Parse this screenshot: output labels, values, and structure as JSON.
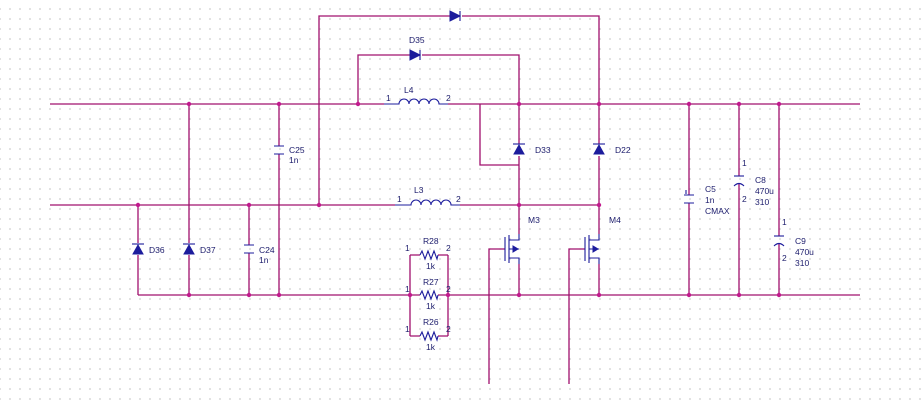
{
  "colors": {
    "wire": "#a0106e",
    "component": "#1c1c9c",
    "junction": "#c21a8e",
    "grid": "#c9c9c9"
  },
  "components": {
    "d35": {
      "ref": "D35"
    },
    "d33": {
      "ref": "D33"
    },
    "d22": {
      "ref": "D22"
    },
    "d36": {
      "ref": "D36"
    },
    "d37": {
      "ref": "D37"
    },
    "l4": {
      "ref": "L4",
      "pin1": "1",
      "pin2": "2"
    },
    "l3": {
      "ref": "L3",
      "pin1": "1",
      "pin2": "2"
    },
    "c25": {
      "ref": "C25",
      "value": "1n"
    },
    "c24": {
      "ref": "C24",
      "value": "1n"
    },
    "c5": {
      "ref": "C5",
      "value": "1n",
      "extra": "CMAX"
    },
    "c8": {
      "ref": "C8",
      "value": "470u",
      "extra": "310",
      "pin1": "1",
      "pin2": "2"
    },
    "c9": {
      "ref": "C9",
      "value": "470u",
      "extra": "310",
      "pin1": "1",
      "pin2": "2"
    },
    "r28": {
      "ref": "R28",
      "value": "1k",
      "pin1": "1",
      "pin2": "2"
    },
    "r27": {
      "ref": "R27",
      "value": "1k",
      "pin1": "1",
      "pin2": "2"
    },
    "r26": {
      "ref": "R26",
      "value": "1k",
      "pin1": "1",
      "pin2": "2"
    },
    "m3": {
      "ref": "M3"
    },
    "m4": {
      "ref": "M4"
    }
  }
}
